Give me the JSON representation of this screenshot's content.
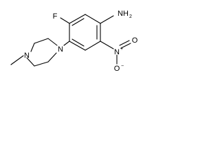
{
  "molecule": {
    "atoms": {
      "fluorine": "F",
      "amine": "NH",
      "amine_subscript": "2",
      "nitro_nitrogen": "N",
      "nitro_plus": "+",
      "nitro_oxygen_double": "O",
      "nitro_oxygen_single": "O",
      "nitro_minus": "−",
      "piperazine_n_aryl": "N",
      "piperazine_n_methyl": "N"
    }
  },
  "colors": {
    "bond": "#000000",
    "background": "#ffffff"
  }
}
